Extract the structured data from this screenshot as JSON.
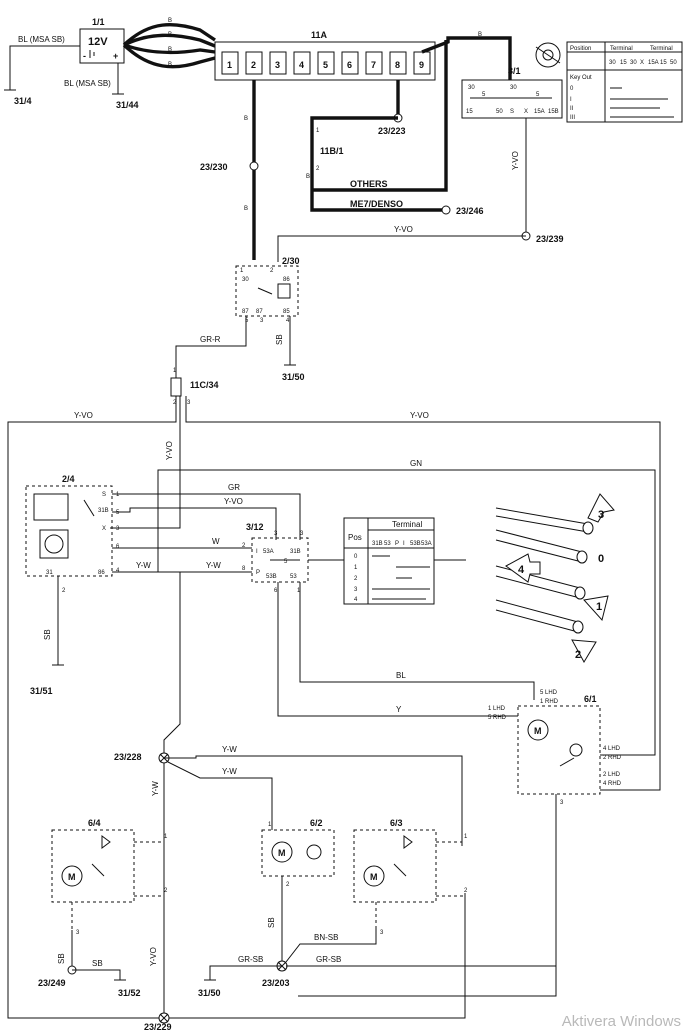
{
  "components": {
    "battery": {
      "id": "1/1",
      "voltage": "12V",
      "plus": "+",
      "minus": "-"
    },
    "fusebox": {
      "id": "11A",
      "pins": [
        "1",
        "2",
        "3",
        "4",
        "5",
        "6",
        "7",
        "8",
        "9"
      ]
    },
    "ignition": {
      "id": "3/1",
      "pins": [
        "30",
        "15",
        "50",
        "S",
        "X",
        "15A",
        "15B",
        "30",
        "5",
        "5"
      ]
    },
    "relay": {
      "id": "2/30",
      "pins": [
        "30",
        "86",
        "87",
        "87",
        "85",
        "1",
        "2",
        "5",
        "3",
        "4"
      ]
    },
    "fuse": {
      "id": "11C/34",
      "pins": [
        "1",
        "2",
        "3"
      ]
    },
    "fuse11b": {
      "id": "11B/1",
      "pins": [
        "1",
        "2"
      ]
    },
    "wiper_relay": {
      "id": "2/4",
      "pins": [
        "S",
        "31B",
        "X",
        "31",
        "86",
        "1",
        "5",
        "3",
        "6",
        "4",
        "2"
      ]
    },
    "switch": {
      "id": "3/12",
      "pins": [
        "53A",
        "31B",
        "53B",
        "53",
        "I",
        "P",
        "5",
        "3",
        "2",
        "8",
        "6",
        "1"
      ]
    },
    "wiper_motor": {
      "id": "6/1",
      "pins": [
        "1 LHD",
        "5 RHD",
        "5 LHD",
        "1 RHD",
        "4 LHD",
        "2 RHD",
        "2 LHD",
        "4 RHD",
        "3"
      ]
    },
    "motor_64": {
      "id": "6/4",
      "pins": [
        "1",
        "2",
        "3"
      ]
    },
    "motor_62": {
      "id": "6/2",
      "pins": [
        "1",
        "2"
      ]
    },
    "motor_63": {
      "id": "6/3",
      "pins": [
        "1",
        "2",
        "3"
      ]
    },
    "motor_letter": "M"
  },
  "grounds": {
    "g1": "31/4",
    "g2": "31/44",
    "g3": "31/50",
    "g4": "31/51",
    "g5": "23/249",
    "g6": "31/52",
    "g7": "31/50",
    "g8": "23/203"
  },
  "splices": {
    "s1": "23/223",
    "s2": "23/230",
    "s3": "23/246",
    "s4": "23/239",
    "s5": "23/228",
    "s6": "23/229"
  },
  "wires": {
    "bl_msa_sb": "BL (MSA SB)",
    "b": "B",
    "y_vo": "Y-VO",
    "gr_r": "GR-R",
    "sb": "SB",
    "gn": "GN",
    "gr": "GR",
    "w": "W",
    "y_w": "Y-W",
    "bl": "BL",
    "y": "Y",
    "bn_sb": "BN-SB",
    "gr_sb": "GR-SB",
    "others": "OTHERS",
    "me7": "ME7/DENSO"
  },
  "ign_table": {
    "h_position": "Position",
    "h_terminal": "Terminal",
    "h_terminal2": "Terminal",
    "cols": [
      "30",
      "15",
      "30",
      "X",
      "15A",
      "15",
      "50"
    ],
    "rows": [
      "Key Out",
      "0",
      "I",
      "II",
      "III"
    ]
  },
  "pos_table": {
    "h_pos": "Pos",
    "h_terminal": "Terminal",
    "cols": [
      "31B",
      "53",
      "P",
      "I",
      "53B",
      "53A"
    ],
    "rows": [
      "0",
      "1",
      "2",
      "3",
      "4"
    ]
  },
  "stalk": {
    "pos0": "0",
    "pos1": "1",
    "pos2": "2",
    "pos3": "3",
    "pos4": "4"
  },
  "watermark": "Aktivera Windows"
}
